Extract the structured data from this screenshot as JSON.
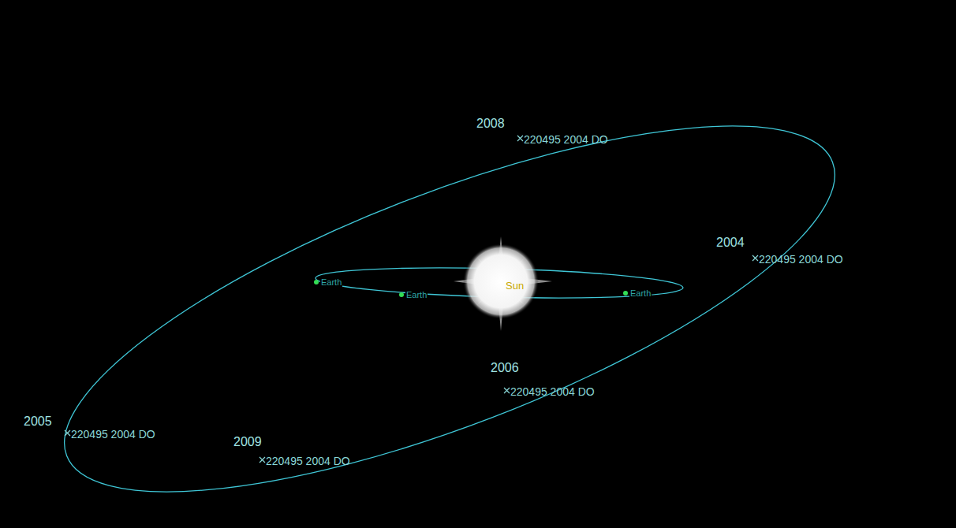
{
  "diagram": {
    "labels": [
      "2008",
      "220495 2004 DO",
      "2004",
      "220495 2004 DO",
      "2006",
      "220495 2004 DO",
      "2005",
      "220495 2004 DO",
      "2009",
      "220495 2004 DO",
      "Earth",
      "Earth",
      "Earth",
      "Sun"
    ]
  }
}
